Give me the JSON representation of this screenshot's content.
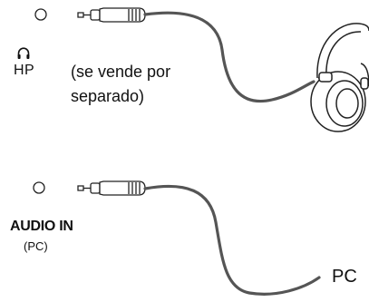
{
  "headphone_port": {
    "icon": "headphone-icon",
    "label": "HP",
    "note_line1": "(se vende por",
    "note_line2": "separado)"
  },
  "audio_in_port": {
    "label": "AUDIO IN",
    "sub_label": "(PC)"
  },
  "pc_label": "PC"
}
